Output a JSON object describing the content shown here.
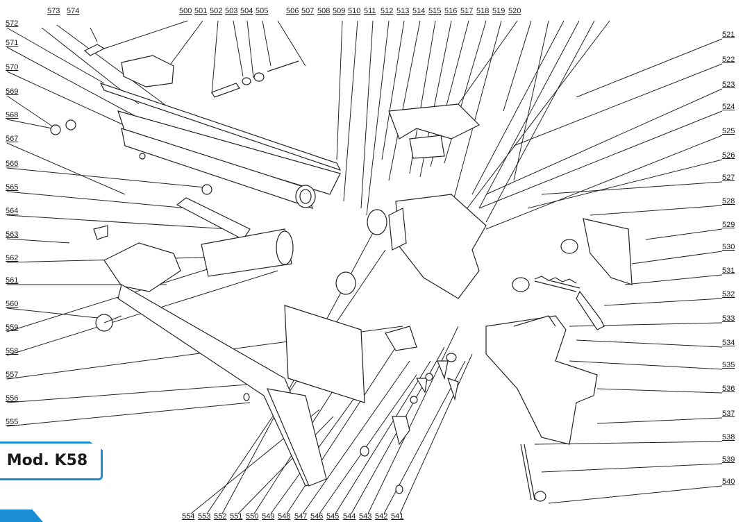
{
  "diagram": {
    "model_label": "Mod. K58",
    "top_callouts": [
      "500",
      "501",
      "502",
      "503",
      "504",
      "505",
      "506",
      "507",
      "508",
      "509",
      "510",
      "511",
      "512",
      "513",
      "514",
      "515",
      "516",
      "517",
      "518",
      "519",
      "520"
    ],
    "left_top_callouts": [
      "573",
      "574"
    ],
    "left_callouts": [
      "572",
      "571",
      "570",
      "569",
      "568",
      "567",
      "566",
      "565",
      "564",
      "563",
      "562",
      "561",
      "560",
      "559",
      "558",
      "557",
      "556",
      "555"
    ],
    "right_callouts": [
      "521",
      "522",
      "523",
      "524",
      "525",
      "526",
      "527",
      "528",
      "529",
      "530",
      "531",
      "532",
      "533",
      "534",
      "535",
      "536",
      "537",
      "538",
      "539",
      "540"
    ],
    "bottom_callouts": [
      "554",
      "553",
      "552",
      "551",
      "550",
      "549",
      "548",
      "547",
      "546",
      "545",
      "544",
      "543",
      "542",
      "541"
    ],
    "colors": {
      "accent": "#1b8fd6",
      "line": "#222222",
      "paper": "#ffffff"
    }
  }
}
